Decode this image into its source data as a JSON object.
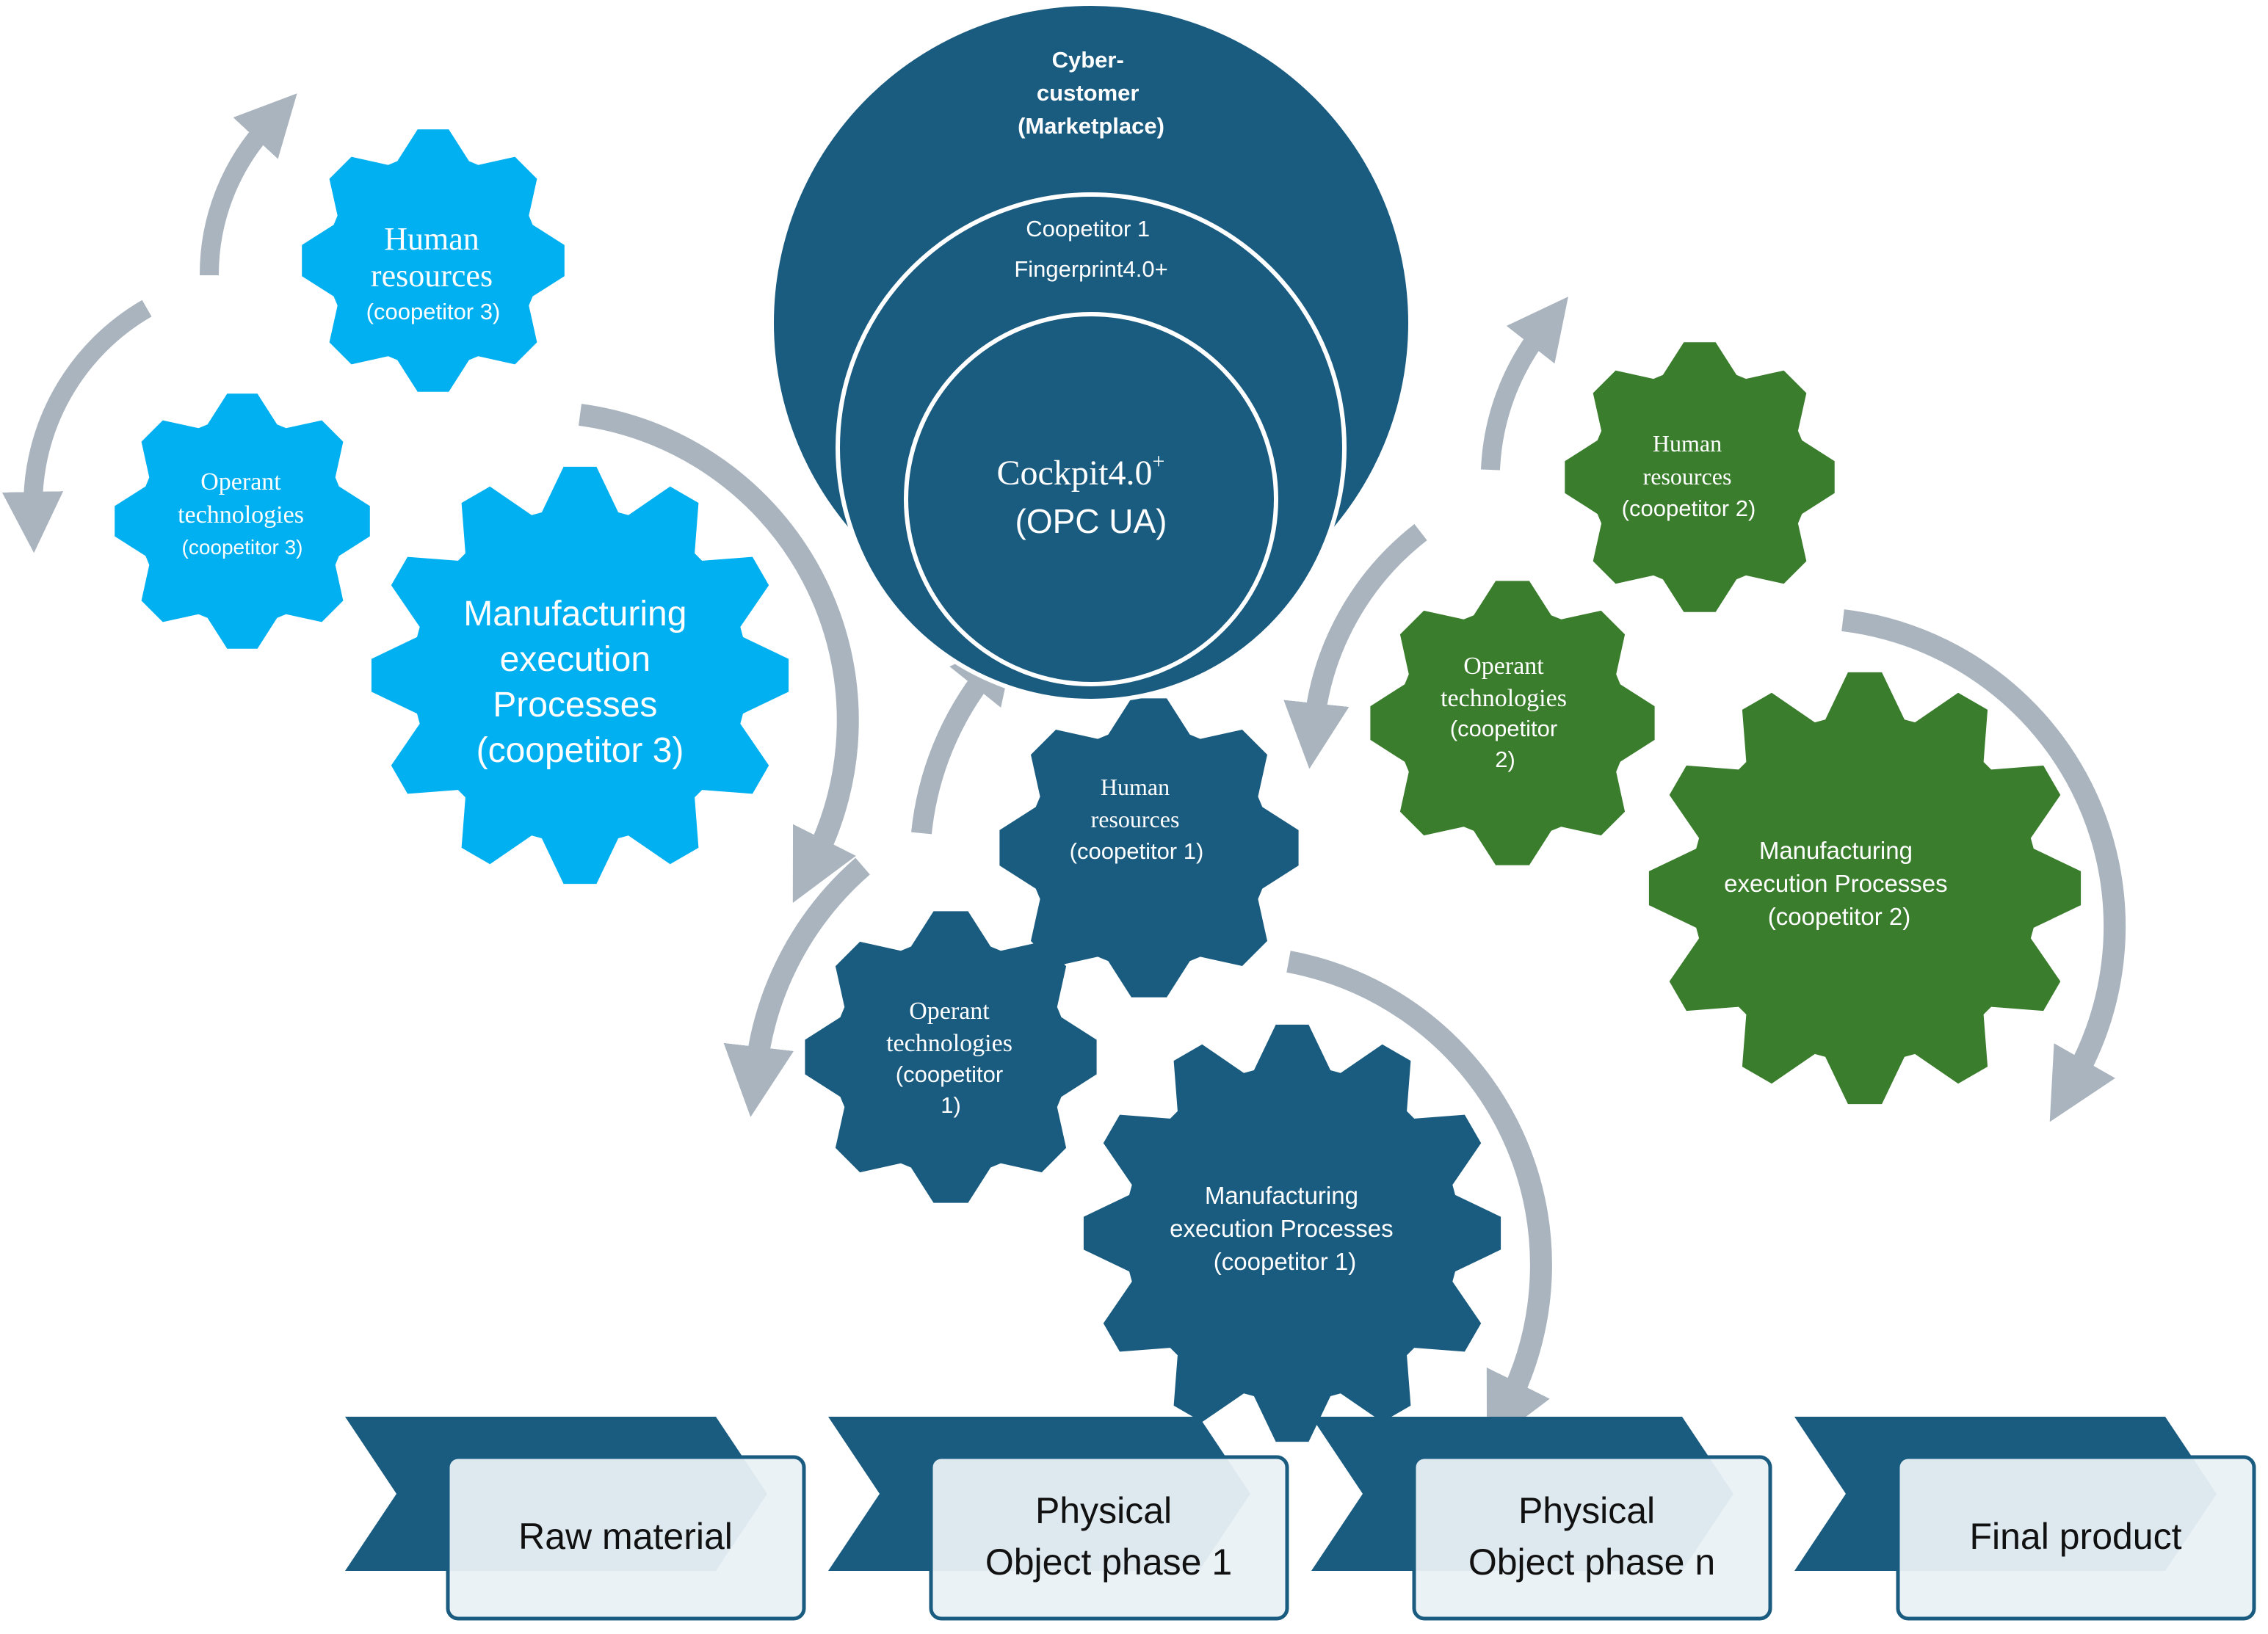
{
  "colors": {
    "light_blue": "#00b0f0",
    "dark_blue": "#1a5b80",
    "green": "#3a7d2c",
    "arrow_gray": "#aab4be",
    "chevron_blue": "#1a5b80",
    "box_fill": "#eaf1f5",
    "box_stroke": "#1a5b80",
    "white": "#ffffff"
  },
  "marketplace": {
    "outer": [
      "Cyber-",
      "customer",
      "(Marketplace)"
    ],
    "middle": [
      "Coopetitor 1",
      "Fingerprint4.0+"
    ],
    "inner": [
      "Cockpit4.0",
      "(OPC UA)"
    ],
    "inner_sup": "+"
  },
  "coopetitor3": {
    "human": [
      "Human",
      "resources",
      "(coopetitor 3)"
    ],
    "operant": [
      "Operant",
      "technologies",
      "(coopetitor 3)"
    ],
    "mes": [
      "Manufacturing",
      "execution",
      "Processes",
      "(coopetitor 3)"
    ]
  },
  "coopetitor1": {
    "human": [
      "Human",
      "resources",
      "(coopetitor 1)"
    ],
    "operant": [
      "Operant",
      "technologies",
      "(coopetitor",
      "1)"
    ],
    "mes": [
      "Manufacturing",
      "execution Processes",
      "(coopetitor 1)"
    ]
  },
  "coopetitor2": {
    "human": [
      "Human",
      "resources",
      "(coopetitor 2)"
    ],
    "operant": [
      "Operant",
      "technologies",
      "(coopetitor",
      "2)"
    ],
    "mes": [
      "Manufacturing",
      "execution Processes",
      "(coopetitor 2)"
    ]
  },
  "phases": [
    [
      "Raw material"
    ],
    [
      "Physical",
      "Object phase 1"
    ],
    [
      "Physical",
      "Object phase n"
    ],
    [
      "Final product"
    ]
  ]
}
